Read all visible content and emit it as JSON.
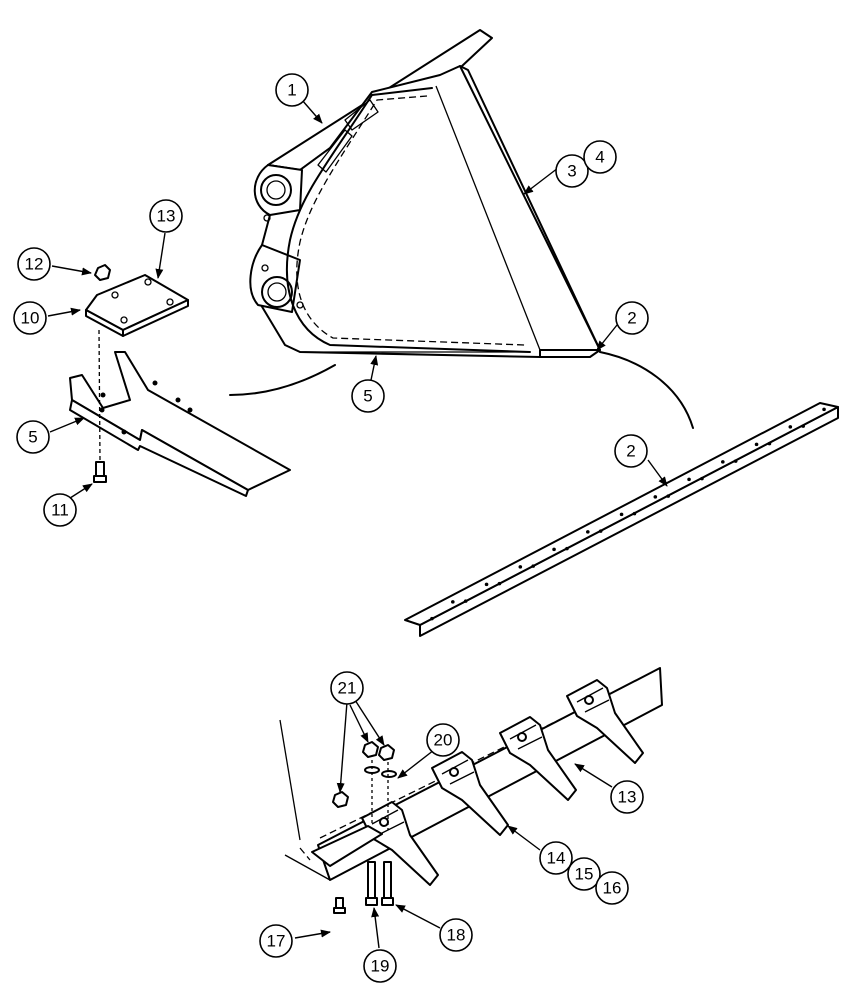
{
  "callouts": [
    {
      "id": "c1",
      "label": "1"
    },
    {
      "id": "c2a",
      "label": "2"
    },
    {
      "id": "c2b",
      "label": "2"
    },
    {
      "id": "c3",
      "label": "3"
    },
    {
      "id": "c4",
      "label": "4"
    },
    {
      "id": "c5a",
      "label": "5"
    },
    {
      "id": "c5b",
      "label": "5"
    },
    {
      "id": "c10",
      "label": "10"
    },
    {
      "id": "c11",
      "label": "11"
    },
    {
      "id": "c12",
      "label": "12"
    },
    {
      "id": "c13a",
      "label": "13"
    },
    {
      "id": "c13b",
      "label": "13"
    },
    {
      "id": "c14",
      "label": "14"
    },
    {
      "id": "c15",
      "label": "15"
    },
    {
      "id": "c16",
      "label": "16"
    },
    {
      "id": "c17",
      "label": "17"
    },
    {
      "id": "c18",
      "label": "18"
    },
    {
      "id": "c19",
      "label": "19"
    },
    {
      "id": "c20",
      "label": "20"
    },
    {
      "id": "c21",
      "label": "21"
    }
  ]
}
